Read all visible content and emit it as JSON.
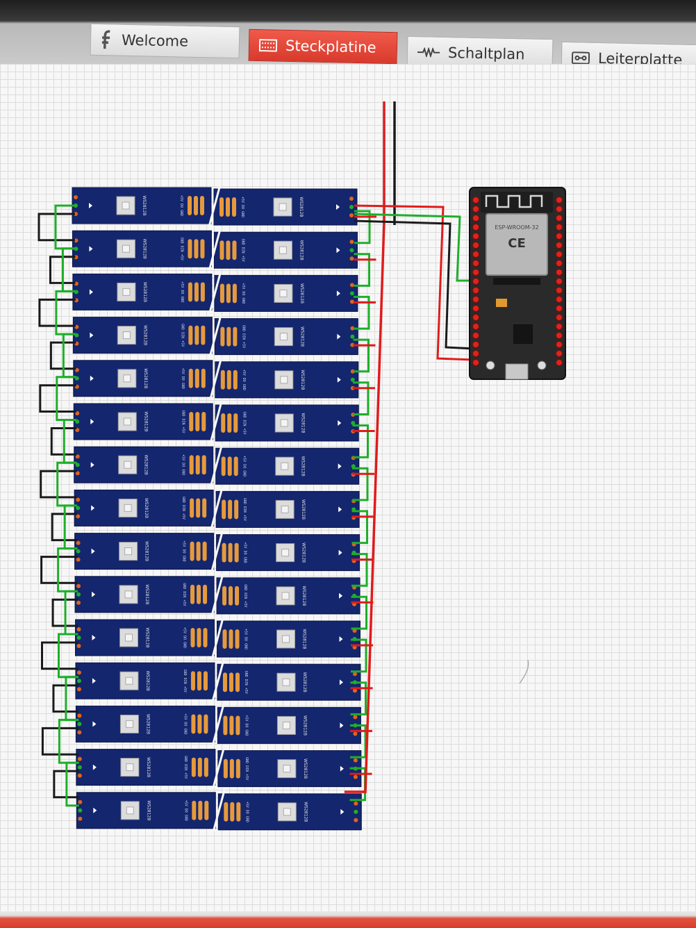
{
  "tabs": [
    {
      "label": "Welcome",
      "icon": "fritzing-f-icon",
      "active": false
    },
    {
      "label": "Steckplatine",
      "icon": "breadboard-icon",
      "active": true
    },
    {
      "label": "Schaltplan",
      "icon": "schematic-icon",
      "active": false
    },
    {
      "label": "Leiterplatte",
      "icon": "pcb-icon",
      "active": false
    }
  ],
  "strip": {
    "segment_count": 30,
    "rows": 15,
    "columns": 2,
    "chip_label": "WS2812B",
    "pin_labels_top": "+5V DO GND",
    "pin_labels_bottom": "GND DIN +5V",
    "colors": {
      "pcb": "#14266e",
      "pads": "#e69a3c",
      "led": "#dcdcdc"
    }
  },
  "board": {
    "module_label": "ESP-WROOM-32",
    "marking": "CE",
    "colors": {
      "body": "#2a2a2a",
      "pins": "#e0221c",
      "shield": "#b8b8b8"
    }
  },
  "wires": {
    "power": "#e01b1b",
    "ground": "#1a1a1a",
    "data": "#1fae2a"
  }
}
